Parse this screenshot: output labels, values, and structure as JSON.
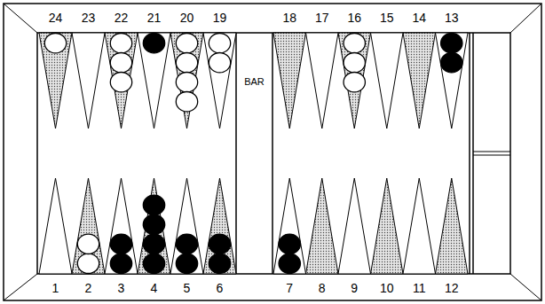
{
  "diagram": {
    "labels": [
      "24",
      "23",
      "22",
      "21",
      "20",
      "19",
      "18",
      "17",
      "16",
      "15",
      "14",
      "13",
      "BAR",
      "1",
      "2",
      "3",
      "4",
      "5",
      "6",
      "7",
      "8",
      "9",
      "10",
      "11",
      "12"
    ]
  }
}
